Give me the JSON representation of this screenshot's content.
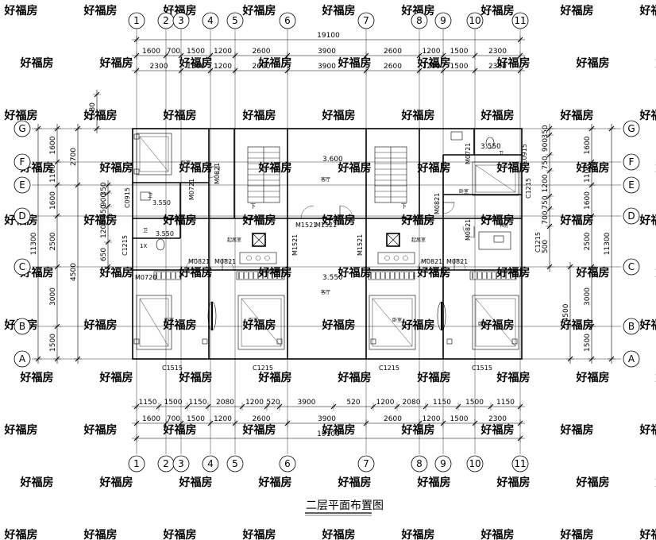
{
  "title": "二层平面布置图",
  "watermark": "好福房",
  "grid_columns": [
    "1",
    "2",
    "3",
    "4",
    "5",
    "6",
    "7",
    "8",
    "9",
    "10",
    "11"
  ],
  "grid_rows": [
    "G",
    "F",
    "E",
    "D",
    "C",
    "B",
    "A"
  ],
  "dims": {
    "total_width": "19100",
    "top_row1": [
      "1600",
      "700",
      "1500",
      "1200",
      "2600",
      "3900",
      "2600",
      "1200",
      "1500",
      "2300"
    ],
    "top_row2": [
      "2300",
      "1500",
      "1200",
      "2600",
      "3900",
      "2600",
      "1200",
      "1500",
      "2300"
    ],
    "top_offset": "1580",
    "bottom_row1": [
      "1150",
      "1500",
      "1150",
      "2080",
      "1200",
      "520",
      "3900",
      "520",
      "1200",
      "2080",
      "1150",
      "1500",
      "1150"
    ],
    "bottom_row2": [
      "1600",
      "700",
      "1500",
      "1200",
      "2600",
      "3900",
      "2600",
      "1200",
      "1500",
      "2300"
    ],
    "left_outer": [
      "1600",
      "1100",
      "1600",
      "2500",
      "3000",
      "1500"
    ],
    "left_mid": [
      "2700",
      "4500"
    ],
    "left_fine": [
      "350",
      "900",
      "650",
      "1200",
      "650"
    ],
    "left_total": "11300",
    "right_outer": [
      "1600",
      "1100",
      "1600",
      "2500",
      "3000",
      "1500"
    ],
    "right_mid": [
      "4500"
    ],
    "right_fine": [
      "350",
      "900",
      "750",
      "1200",
      "750",
      "700",
      "500"
    ],
    "right_total": "11300"
  },
  "labels": {
    "m0821": "M0821",
    "m0721": "M0721",
    "m1521": "M1521",
    "m0720": "M0720",
    "c0915": "C0915",
    "c1215": "C1215",
    "c1515": "C1515",
    "level_3600": "3.600",
    "level_3550": "3.550",
    "level_3550_alt": "3.550",
    "level_3550_b": "3.550",
    "level_3550_c": "3.550",
    "room_bedroom": "卧室",
    "room_living": "起居室",
    "room_hall": "客厅",
    "room_study": "书房",
    "room_bath": "卫",
    "down": "下",
    "scale_1x": "1X"
  }
}
